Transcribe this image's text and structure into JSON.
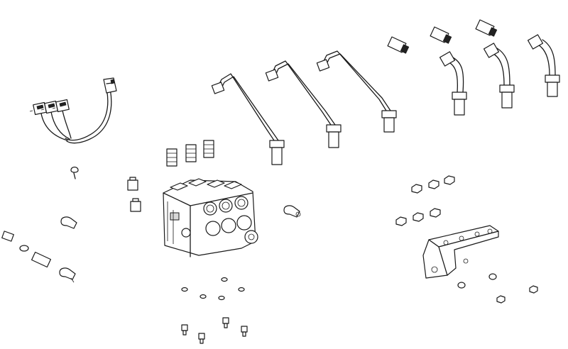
{
  "diagram": {
    "kind": "exploded-parts-view",
    "line_color": "#1a1a1a",
    "background": "#ffffff",
    "components": [
      {
        "id": "wire-harness",
        "count": 1
      },
      {
        "id": "straight-hydraulic-tube",
        "count": 3
      },
      {
        "id": "bent-hydraulic-tube",
        "count": 3
      },
      {
        "id": "straight-adapter-fitting",
        "count": 3
      },
      {
        "id": "valve-port-fitting",
        "count": 3
      },
      {
        "id": "directional-control-valve-block",
        "count": 1
      },
      {
        "id": "elbow-fitting",
        "count": 4
      },
      {
        "id": "hex-nut",
        "count": 6
      },
      {
        "id": "mounting-bracket",
        "count": 1
      },
      {
        "id": "small-screw",
        "count": 6
      },
      {
        "id": "washer",
        "count": 6
      }
    ]
  }
}
